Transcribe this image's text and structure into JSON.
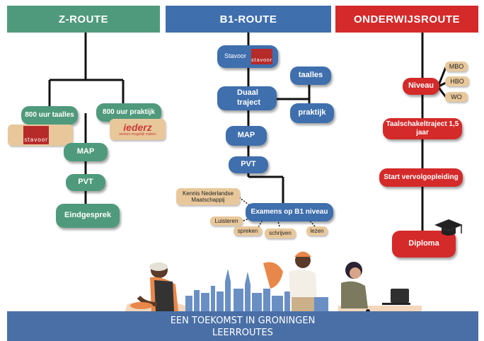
{
  "headers": {
    "z_route": "Z-ROUTE",
    "b1_route": "B1-ROUTE",
    "onderwijs_route": "ONDERWIJSROUTE"
  },
  "z_route": {
    "taalles": "800 uur taalles",
    "praktijk": "800 uur praktijk",
    "stavoor_logo": "stavoor",
    "iederz_logo": "iederz",
    "iederz_tagline": "werken mogelijk maken",
    "map": "MAP",
    "pvt": "PVT",
    "eindgesprek": "Eindgesprek"
  },
  "b1_route": {
    "stavoor_label": "Stavoor",
    "stavoor_logo": "stavoor",
    "taalles": "taalles",
    "duaal": "Duaal traject",
    "praktijk": "praktijk",
    "map": "MAP",
    "pvt": "PVT",
    "kennis": "Kennis Nederlandse Maatschappij",
    "examens": "Examens op B1 niveau",
    "luisteren": "Luisteren",
    "spreken": "spreken",
    "schrijven": "schrijven",
    "lezen": "lezen"
  },
  "onderwijs_route": {
    "niveau": "Niveau",
    "mbo": "MBO",
    "hbo": "HBO",
    "wo": "WO",
    "schakeltraject": "Taalschakeltraject 1,5 jaar",
    "start": "Start vervolgopleiding",
    "diploma": "Diploma"
  },
  "footer": {
    "line1": "EEN TOEKOMST IN GRONINGEN",
    "line2": "LEERROUTES"
  },
  "colors": {
    "green": "#4f9a7c",
    "blue": "#3f6fad",
    "red": "#d42a2a",
    "tan": "#e8c89b",
    "footer": "#4a6fa6"
  }
}
